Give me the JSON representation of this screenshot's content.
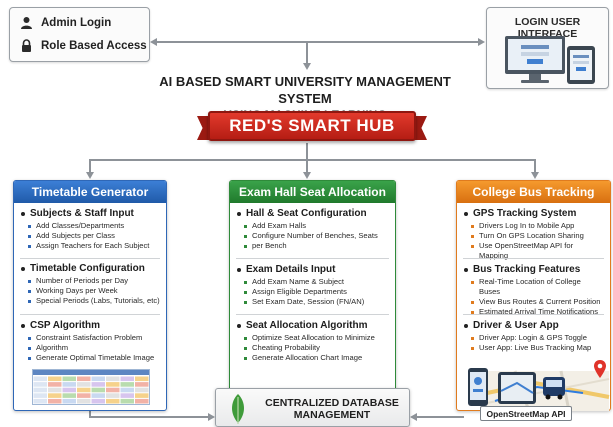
{
  "admin": {
    "login_label": "Admin Login",
    "role_label": "Role Based Access"
  },
  "login_ui": {
    "title": "LOGIN USER INTERFACE"
  },
  "title": {
    "line1": "AI BASED SMART UNIVERSITY MANAGEMENT SYSTEM",
    "line2": "USING MACHINE LEARNING"
  },
  "banner": "RED'S SMART HUB",
  "columns": [
    {
      "title": "Timetable Generator",
      "sections": [
        {
          "title": "Subjects & Staff Input",
          "items": [
            "Add Classes/Departments",
            "Add Subjects per Class",
            "Assign Teachers for Each Subject"
          ]
        },
        {
          "title": "Timetable Configuration",
          "items": [
            "Number of Periods per Day",
            "Working Days per Week",
            "Special Periods (Labs, Tutorials, etc)"
          ]
        },
        {
          "title": "CSP Algorithm",
          "items": [
            "Constraint Satisfaction Problem",
            "Algorithm",
            "Generate Optimal Timetable Image"
          ]
        }
      ]
    },
    {
      "title": "Exam Hall Seat Allocation",
      "sections": [
        {
          "title": "Hall & Seat Configuration",
          "items": [
            "Add Exam Halls",
            "Configure Number of Benches, Seats",
            "per Bench"
          ]
        },
        {
          "title": "Exam Details Input",
          "items": [
            "Add Exam Name & Subject",
            "Assign Eligible Departments",
            "Set Exam Date, Session (FN/AN)"
          ]
        },
        {
          "title": "Seat Allocation Algorithm",
          "items": [
            "Optimize Seat Allocation to Minimize",
            "Cheating Probability",
            "Generate Allocation Chart Image"
          ]
        }
      ]
    },
    {
      "title": "College Bus Tracking",
      "sections": [
        {
          "title": "GPS Tracking System",
          "items": [
            "Drivers Log In to Mobile App",
            "Turn On GPS Location Sharing",
            "Use OpenStreetMap API for Mapping"
          ]
        },
        {
          "title": "Bus Tracking Features",
          "items": [
            "Real-Time Location of College Buses",
            "View Bus Routes & Current Position",
            "Estimated Arrival Time Notifications"
          ]
        },
        {
          "title": "Driver & User App",
          "items": [
            "Driver App: Login & GPS Toggle",
            "User App: Live Bus Tracking Map"
          ]
        }
      ]
    }
  ],
  "database": {
    "line1": "CENTRALIZED DATABASE",
    "line2": "MANAGEMENT"
  },
  "osm_label": "OpenStreetMap API",
  "colors": {
    "blue": "#2f67b6",
    "green": "#2f8a3a",
    "orange": "#e07b1e",
    "red": "#c8261b"
  }
}
